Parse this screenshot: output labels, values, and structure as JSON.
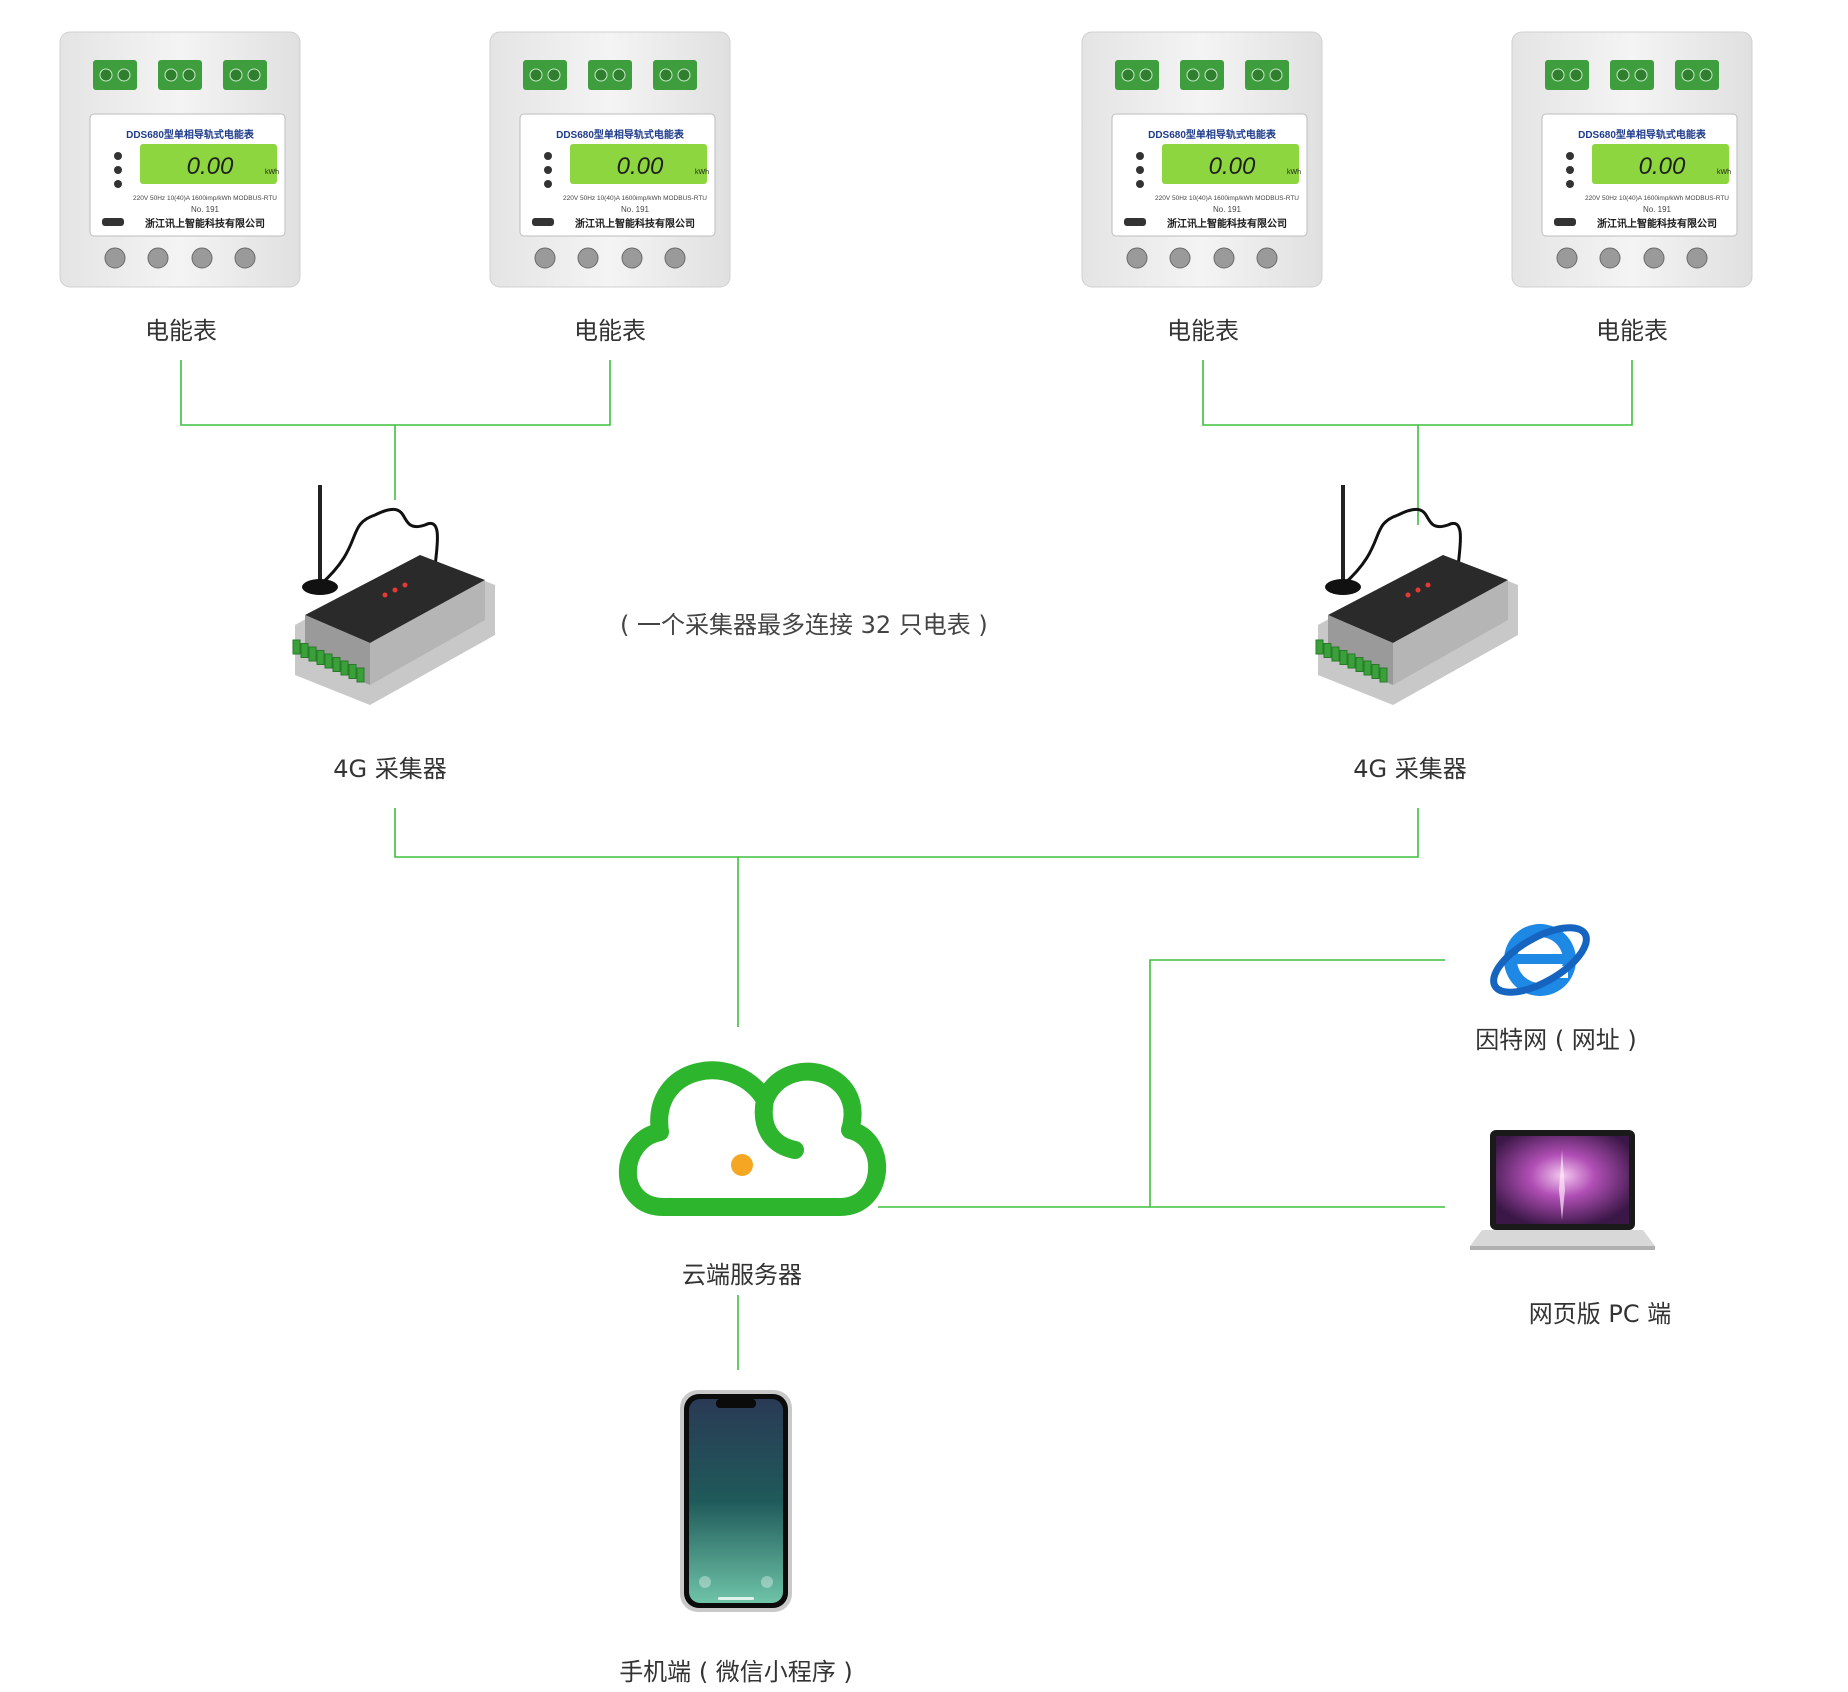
{
  "colors": {
    "line": "#3fbf3f",
    "cloud": "#2db52d",
    "cloud_dot": "#f5a623",
    "meter_body": "#eeeeee",
    "lcd": "#8ed63f",
    "terminal_green": "#3e9e3e",
    "collector_body": "#2a2a2a",
    "ie_blue": "#1e88e5"
  },
  "meters": [
    {
      "label": "电能表",
      "model": "DDS680型单相导轨式电能表",
      "reading": "0.00",
      "unit": "kWh",
      "spec": "220V 50Hz 10(40)A 1600imp/kWh MODBUS-RTU",
      "serial": "No. 191",
      "maker": "浙江讯上智能科技有限公司"
    },
    {
      "label": "电能表",
      "model": "DDS680型单相导轨式电能表",
      "reading": "0.00",
      "unit": "kWh",
      "spec": "220V 50Hz 10(40)A 1600imp/kWh MODBUS-RTU",
      "serial": "No. 191",
      "maker": "浙江讯上智能科技有限公司"
    },
    {
      "label": "电能表",
      "model": "DDS680型单相导轨式电能表",
      "reading": "0.00",
      "unit": "kWh",
      "spec": "220V 50Hz 10(40)A 1600imp/kWh MODBUS-RTU",
      "serial": "No. 191",
      "maker": "浙江讯上智能科技有限公司"
    },
    {
      "label": "电能表",
      "model": "DDS680型单相导轨式电能表",
      "reading": "0.00",
      "unit": "kWh",
      "spec": "220V 50Hz 10(40)A 1600imp/kWh MODBUS-RTU",
      "serial": "No. 191",
      "maker": "浙江讯上智能科技有限公司"
    }
  ],
  "collectors": [
    {
      "label": "4G 采集器"
    },
    {
      "label": "4G 采集器"
    }
  ],
  "note": "( 一个采集器最多连接 32 只电表 )",
  "cloud": {
    "label": "云端服务器"
  },
  "internet": {
    "label": "因特网 ( 网址 )",
    "icon": "ie-browser-icon"
  },
  "pc": {
    "label": "网页版 PC 端",
    "icon": "laptop-icon"
  },
  "phone": {
    "label": "手机端 ( 微信小程序 )",
    "icon": "smartphone-icon"
  }
}
